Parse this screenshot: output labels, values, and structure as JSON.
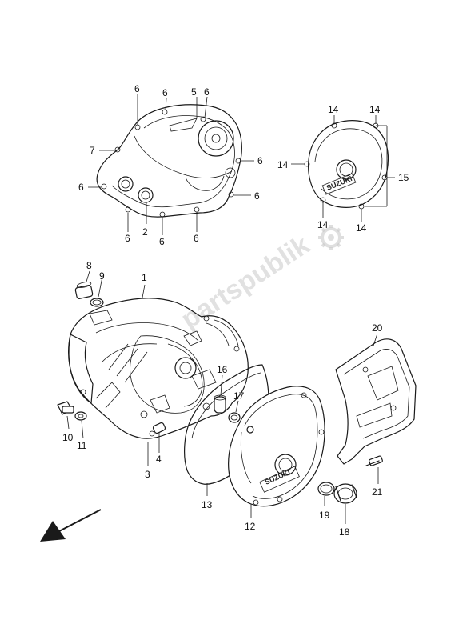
{
  "watermark": "partspublik",
  "brand_mark": "SUZUKI",
  "callouts": [
    "1",
    "2",
    "3",
    "4",
    "5",
    "6",
    "7",
    "8",
    "9",
    "10",
    "11",
    "12",
    "13",
    "14",
    "15",
    "16",
    "17",
    "18",
    "19",
    "20",
    "21"
  ],
  "colors": {
    "ink": "#1a1a1a",
    "watermark": "#c9c9c9",
    "background": "#ffffff"
  },
  "icons": {
    "direction": "front-direction-arrow-icon",
    "watermark_gear": "gear-icon"
  }
}
